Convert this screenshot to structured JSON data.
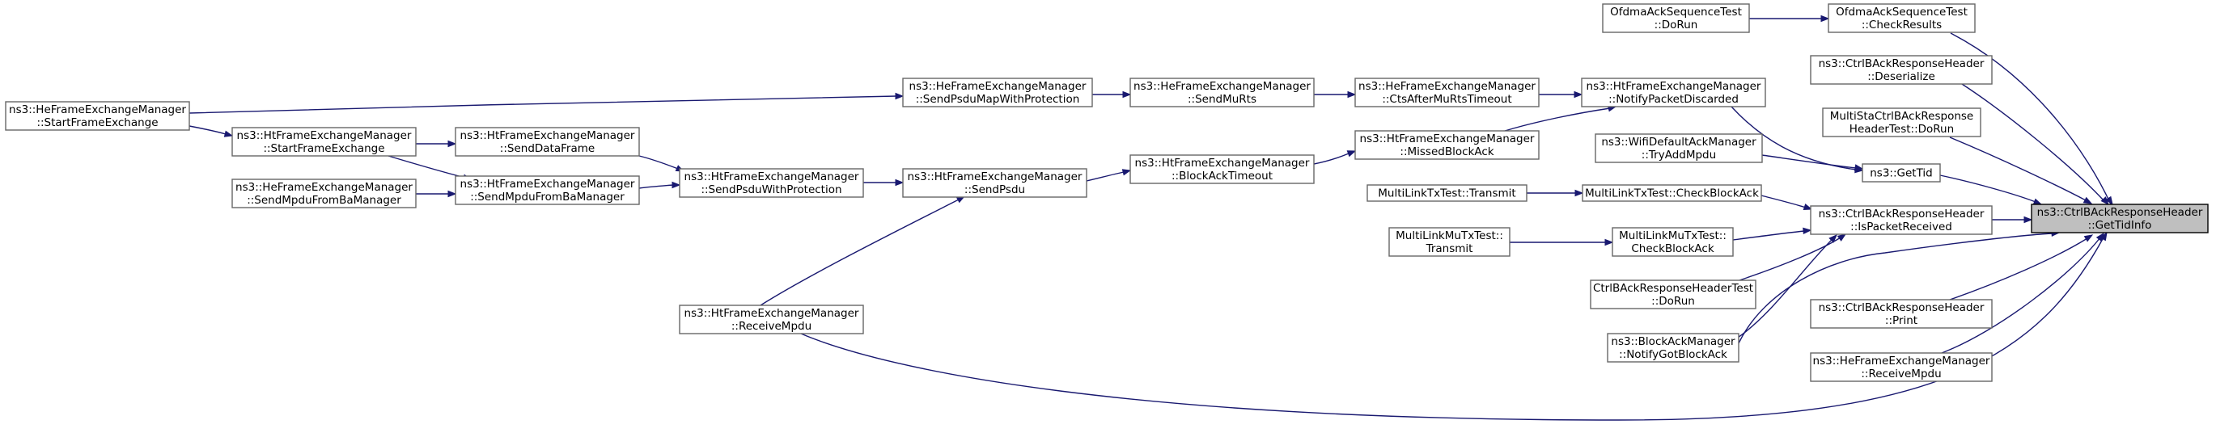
{
  "graph": {
    "root": "n_gettidinfo",
    "nodes": [
      {
        "id": "n_gettidinfo",
        "lines": [
          "ns3::CtrlBAckResponseHeader",
          "::GetTidInfo"
        ],
        "highlight": true
      },
      {
        "id": "n_checkresults",
        "lines": [
          "OfdmaAckSequenceTest",
          "::CheckResults"
        ]
      },
      {
        "id": "n_ofdma_dorun",
        "lines": [
          "OfdmaAckSequenceTest",
          "::DoRun"
        ]
      },
      {
        "id": "n_deserialize",
        "lines": [
          "ns3::CtrlBAckResponseHeader",
          "::Deserialize"
        ]
      },
      {
        "id": "n_multista_dorun",
        "lines": [
          "MultiStaCtrlBAckResponse",
          "HeaderTest::DoRun"
        ]
      },
      {
        "id": "n_gettid",
        "lines": [
          "ns3::GetTid"
        ]
      },
      {
        "id": "n_notifypacketdiscarded",
        "lines": [
          "ns3::HtFrameExchangeManager",
          "::NotifyPacketDiscarded"
        ]
      },
      {
        "id": "n_ctsaftermurts",
        "lines": [
          "ns3::HeFrameExchangeManager",
          "::CtsAfterMuRtsTimeout"
        ]
      },
      {
        "id": "n_sendmurts",
        "lines": [
          "ns3::HeFrameExchangeManager",
          "::SendMuRts"
        ]
      },
      {
        "id": "n_sendpsdumap",
        "lines": [
          "ns3::HeFrameExchangeManager",
          "::SendPsduMapWithProtection"
        ]
      },
      {
        "id": "n_he_startframe",
        "lines": [
          "ns3::HeFrameExchangeManager",
          "::StartFrameExchange"
        ]
      },
      {
        "id": "n_missedblockack",
        "lines": [
          "ns3::HtFrameExchangeManager",
          "::MissedBlockAck"
        ]
      },
      {
        "id": "n_blockacktimeout",
        "lines": [
          "ns3::HtFrameExchangeManager",
          "::BlockAckTimeout"
        ]
      },
      {
        "id": "n_sendpsdu",
        "lines": [
          "ns3::HtFrameExchangeManager",
          "::SendPsdu"
        ]
      },
      {
        "id": "n_sendpsduwithprot",
        "lines": [
          "ns3::HtFrameExchangeManager",
          "::SendPsduWithProtection"
        ]
      },
      {
        "id": "n_senddataframe",
        "lines": [
          "ns3::HtFrameExchangeManager",
          "::SendDataFrame"
        ]
      },
      {
        "id": "n_ht_startframe",
        "lines": [
          "ns3::HtFrameExchangeManager",
          "::StartFrameExchange"
        ]
      },
      {
        "id": "n_ht_sendmpdufromba",
        "lines": [
          "ns3::HtFrameExchangeManager",
          "::SendMpduFromBaManager"
        ]
      },
      {
        "id": "n_he_sendmpdufromba",
        "lines": [
          "ns3::HeFrameExchangeManager",
          "::SendMpduFromBaManager"
        ]
      },
      {
        "id": "n_ht_receivempdu",
        "lines": [
          "ns3::HtFrameExchangeManager",
          "::ReceiveMpdu"
        ]
      },
      {
        "id": "n_tryaddmpdu",
        "lines": [
          "ns3::WifiDefaultAckManager",
          "::TryAddMpdu"
        ]
      },
      {
        "id": "n_ispacketreceived",
        "lines": [
          "ns3::CtrlBAckResponseHeader",
          "::IsPacketReceived"
        ]
      },
      {
        "id": "n_mltx_checkblockack",
        "lines": [
          "MultiLinkTxTest::CheckBlockAck"
        ]
      },
      {
        "id": "n_mltx_transmit",
        "lines": [
          "MultiLinkTxTest::Transmit"
        ]
      },
      {
        "id": "n_mlmu_checkblockack",
        "lines": [
          "MultiLinkMuTxTest::",
          "CheckBlockAck"
        ]
      },
      {
        "id": "n_mlmu_transmit",
        "lines": [
          "MultiLinkMuTxTest::",
          "Transmit"
        ]
      },
      {
        "id": "n_ctrlbacktest_dorun",
        "lines": [
          "CtrlBAckResponseHeaderTest",
          "::DoRun"
        ]
      },
      {
        "id": "n_notifygotblockack",
        "lines": [
          "ns3::BlockAckManager",
          "::NotifyGotBlockAck"
        ]
      },
      {
        "id": "n_print",
        "lines": [
          "ns3::CtrlBAckResponseHeader",
          "::Print"
        ]
      },
      {
        "id": "n_he_receivempdu",
        "lines": [
          "ns3::HeFrameExchangeManager",
          "::ReceiveMpdu"
        ]
      }
    ],
    "edges": [
      {
        "from": "n_checkresults",
        "to": "n_gettidinfo"
      },
      {
        "from": "n_ofdma_dorun",
        "to": "n_checkresults"
      },
      {
        "from": "n_deserialize",
        "to": "n_gettidinfo"
      },
      {
        "from": "n_multista_dorun",
        "to": "n_gettidinfo"
      },
      {
        "from": "n_gettid",
        "to": "n_gettidinfo"
      },
      {
        "from": "n_notifypacketdiscarded",
        "to": "n_gettid"
      },
      {
        "from": "n_tryaddmpdu",
        "to": "n_gettid"
      },
      {
        "from": "n_ctsaftermurts",
        "to": "n_notifypacketdiscarded"
      },
      {
        "from": "n_missedblockack",
        "to": "n_notifypacketdiscarded"
      },
      {
        "from": "n_sendmurts",
        "to": "n_ctsaftermurts"
      },
      {
        "from": "n_sendpsdumap",
        "to": "n_sendmurts"
      },
      {
        "from": "n_he_startframe",
        "to": "n_sendpsdumap"
      },
      {
        "from": "n_blockacktimeout",
        "to": "n_missedblockack"
      },
      {
        "from": "n_sendpsdu",
        "to": "n_blockacktimeout"
      },
      {
        "from": "n_sendpsduwithprot",
        "to": "n_sendpsdu"
      },
      {
        "from": "n_senddataframe",
        "to": "n_sendpsduwithprot"
      },
      {
        "from": "n_ht_sendmpdufromba",
        "to": "n_sendpsduwithprot"
      },
      {
        "from": "n_ht_startframe",
        "to": "n_senddataframe"
      },
      {
        "from": "n_ht_startframe",
        "to": "n_ht_sendmpdufromba"
      },
      {
        "from": "n_he_sendmpdufromba",
        "to": "n_ht_sendmpdufromba"
      },
      {
        "from": "n_he_startframe",
        "to": "n_ht_startframe"
      },
      {
        "from": "n_ht_receivempdu",
        "to": "n_sendpsdu"
      },
      {
        "from": "n_ht_receivempdu",
        "to": "n_gettidinfo"
      },
      {
        "from": "n_ispacketreceived",
        "to": "n_gettidinfo"
      },
      {
        "from": "n_mltx_checkblockack",
        "to": "n_ispacketreceived"
      },
      {
        "from": "n_mltx_transmit",
        "to": "n_mltx_checkblockack"
      },
      {
        "from": "n_mlmu_checkblockack",
        "to": "n_ispacketreceived"
      },
      {
        "from": "n_mlmu_transmit",
        "to": "n_mlmu_checkblockack"
      },
      {
        "from": "n_ctrlbacktest_dorun",
        "to": "n_ispacketreceived"
      },
      {
        "from": "n_notifygotblockack",
        "to": "n_ispacketreceived"
      },
      {
        "from": "n_notifygotblockack",
        "to": "n_gettidinfo"
      },
      {
        "from": "n_print",
        "to": "n_gettidinfo"
      },
      {
        "from": "n_he_receivempdu",
        "to": "n_gettidinfo"
      }
    ]
  }
}
